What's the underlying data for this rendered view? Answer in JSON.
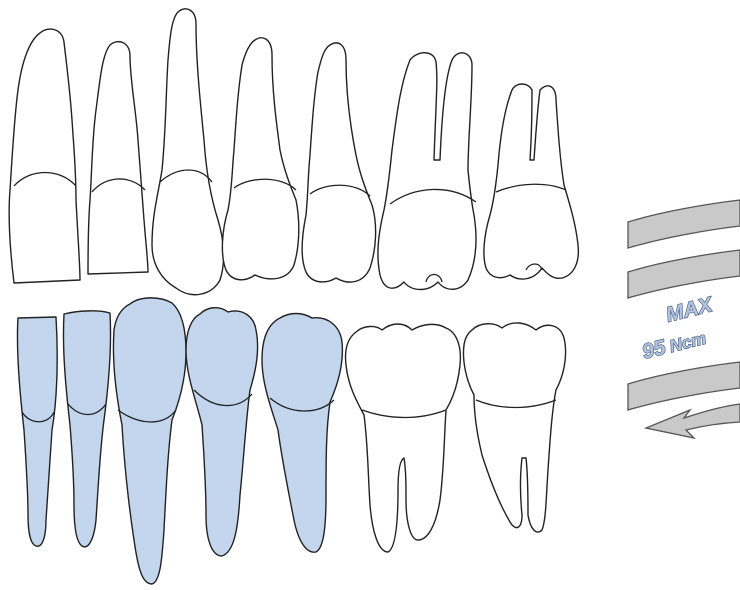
{
  "colors": {
    "highlight_fill": "#c3d6ee",
    "outline": "#222222",
    "band_fill": "#c9c9c9",
    "text_fill": "#b3c3dc",
    "text_stroke": "#2f4a78"
  },
  "upper_teeth": [
    {
      "name": "tooth-upper-1",
      "highlighted": false
    },
    {
      "name": "tooth-upper-2",
      "highlighted": false
    },
    {
      "name": "tooth-upper-3",
      "highlighted": false
    },
    {
      "name": "tooth-upper-4",
      "highlighted": false
    },
    {
      "name": "tooth-upper-5",
      "highlighted": false
    },
    {
      "name": "tooth-upper-6",
      "highlighted": false
    },
    {
      "name": "tooth-upper-7",
      "highlighted": false
    }
  ],
  "lower_teeth": [
    {
      "name": "tooth-lower-1",
      "highlighted": true
    },
    {
      "name": "tooth-lower-2",
      "highlighted": true
    },
    {
      "name": "tooth-lower-3",
      "highlighted": true
    },
    {
      "name": "tooth-lower-4",
      "highlighted": true
    },
    {
      "name": "tooth-lower-5",
      "highlighted": true
    },
    {
      "name": "tooth-lower-6",
      "highlighted": false
    },
    {
      "name": "tooth-lower-7",
      "highlighted": false
    }
  ],
  "torque": {
    "line1": "MAX",
    "line2": "95",
    "unit": "Ncm"
  }
}
